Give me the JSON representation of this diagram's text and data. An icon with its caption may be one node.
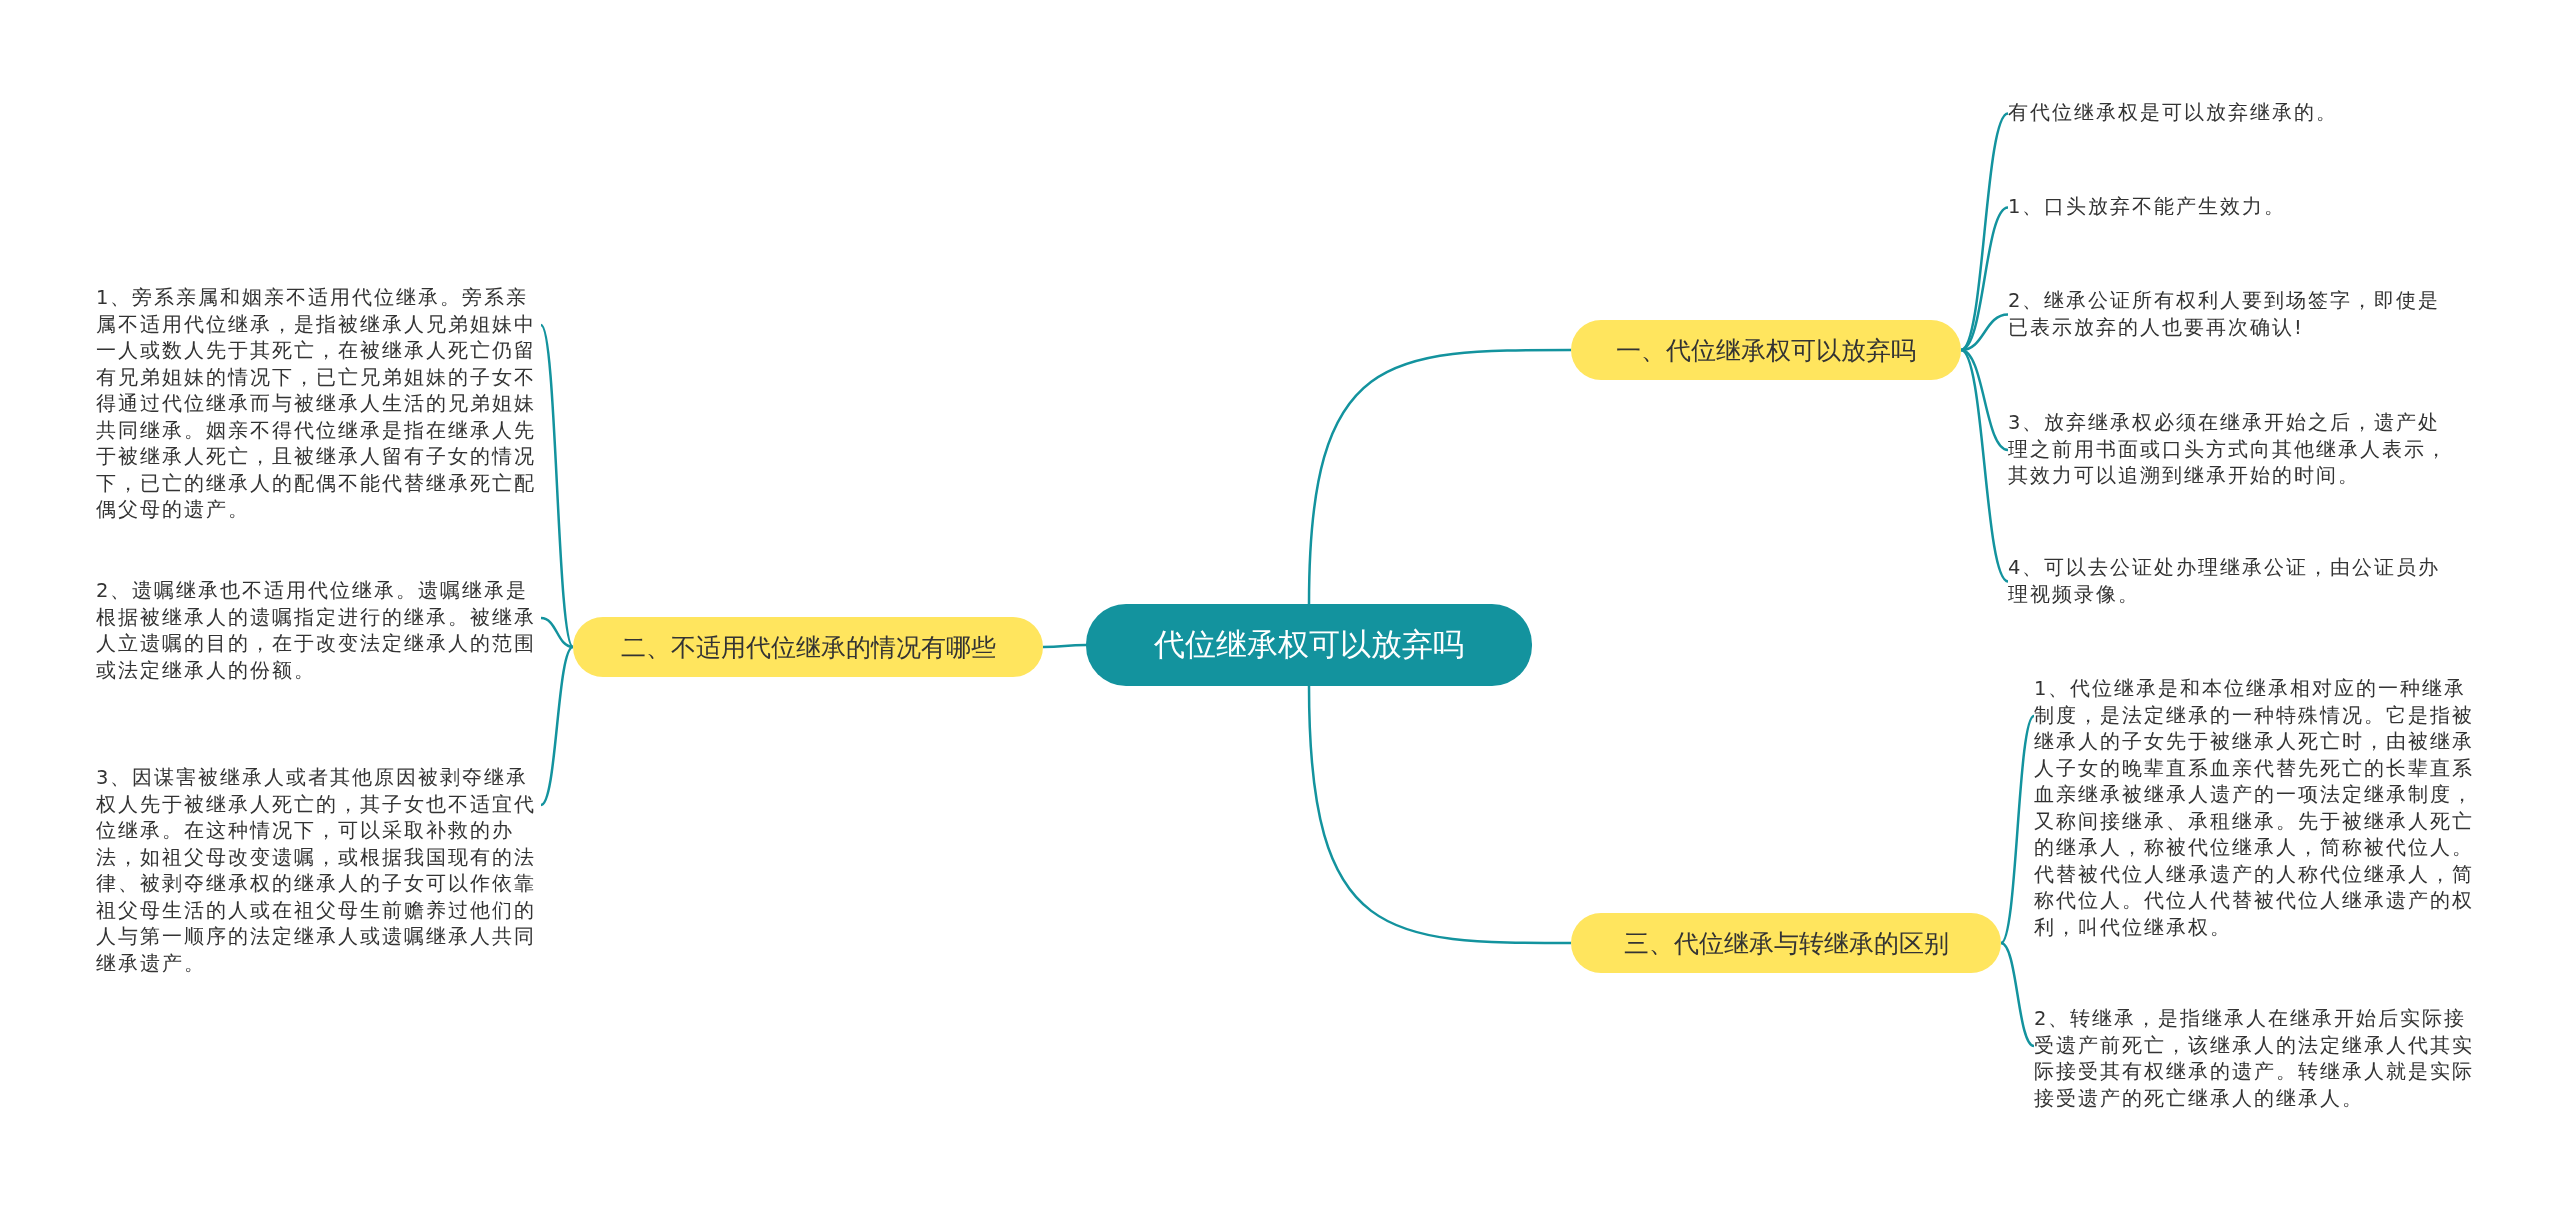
{
  "diagram": {
    "nodes": [
      {
        "text": [
          "代位继承权可以放弃吗"
        ]
      },
      {
        "text": [
          "一、代位继承权可以放弃吗"
        ]
      },
      {
        "text": [
          "有代位继承权是可以放弃继承的。"
        ]
      },
      {
        "text": [
          "1、口头放弃不能产生效力。"
        ]
      },
      {
        "text": [
          "2、继承公证所有权利人要到场签字，即使是已表示放弃的人也要再次确认!"
        ]
      },
      {
        "text": [
          "3、放弃继承权必须在继承开始之后，遗产处理之前用书面或口头方式向其他继承人表示，其效力可以追溯到继承开始的时间。"
        ]
      },
      {
        "text": [
          "4、可以去公证处办理继承公证，由公证员办理视频录像。"
        ]
      },
      {
        "text": [
          "二、不适用代位继承的情况有哪些"
        ]
      },
      {
        "text": [
          "1、旁系亲属和姻亲不适用代位继承。旁系亲属不适用代位继承，是指被继承人兄弟姐妹中一人或数人先于其死亡，在被继承人死亡仍留有兄弟姐妹的情况下，已亡兄弟姐妹的子女不得通过代位继承而与被继承人生活的兄弟姐妹共同继承。姻亲不得代位继承是指在继承人先于被继承人死亡，且被继承人留有子女的情况下，已亡的继承人的配偶不能代替继承死亡配偶父母的遗产。"
        ]
      },
      {
        "text": [
          "2、遗嘱继承也不适用代位继承。遗嘱继承是根据被继承人的遗嘱指定进行的继承。被继承人立遗嘱的目的，在于改变法定继承人的范围或法定继承人的份额。"
        ]
      },
      {
        "text": [
          "3、因谋害被继承人或者其他原因被剥夺继承权人先于被继承人死亡的，其子女也不适宜代位继承。在这种情况下，可以采取补救的办法，如祖父母改变遗嘱，或根据我国现有的法律、被剥夺继承权的继承人的子女可以作依靠祖父母生活的人或在祖父母生前赡养过他们的人与第一顺序的法定继承人或遗嘱继承人共同继承遗产。"
        ]
      },
      {
        "text": [
          "三、代位继承与转继承的区别"
        ]
      },
      {
        "text": [
          "1、代位继承是和本位继承相对应的一种继承制度，是法定继承的一种特殊情况。它是指被继承人的子女先于被继承人死亡时，由被继承人子女的晚辈直系血亲代替先死亡的长辈直系血亲继承被继承人遗产的一项法定继承制度，又称间接继承、承租继承。先于被继承人死亡的继承人，称被代位继承人，简称被代位人。代替被代位人继承遗产的人称代位继承人，简称代位人。代位人代替被代位人继承遗产的权利，叫代位继承权。"
        ]
      },
      {
        "text": [
          "2、转继承，是指继承人在继承开始后实际接受遗产前死亡，该继承人的法定继承人代其实际接受其有权继承的遗产。转继承人就是实际接受遗产的死亡继承人的继承人。"
        ]
      }
    ],
    "edges": [
      {
        "from": 0,
        "to": 1,
        "arrow": "none"
      },
      {
        "from": 1,
        "to": 2,
        "arrow": "none"
      },
      {
        "from": 1,
        "to": 3,
        "arrow": "none"
      },
      {
        "from": 1,
        "to": 4,
        "arrow": "none"
      },
      {
        "from": 1,
        "to": 5,
        "arrow": "none"
      },
      {
        "from": 1,
        "to": 6,
        "arrow": "none"
      },
      {
        "from": 0,
        "to": 7,
        "arrow": "none"
      },
      {
        "from": 7,
        "to": 8,
        "arrow": "none"
      },
      {
        "from": 7,
        "to": 9,
        "arrow": "none"
      },
      {
        "from": 7,
        "to": 10,
        "arrow": "none"
      },
      {
        "from": 0,
        "to": 11,
        "arrow": "none"
      },
      {
        "from": 11,
        "to": 12,
        "arrow": "none"
      },
      {
        "from": 11,
        "to": 13,
        "arrow": "none"
      }
    ]
  }
}
